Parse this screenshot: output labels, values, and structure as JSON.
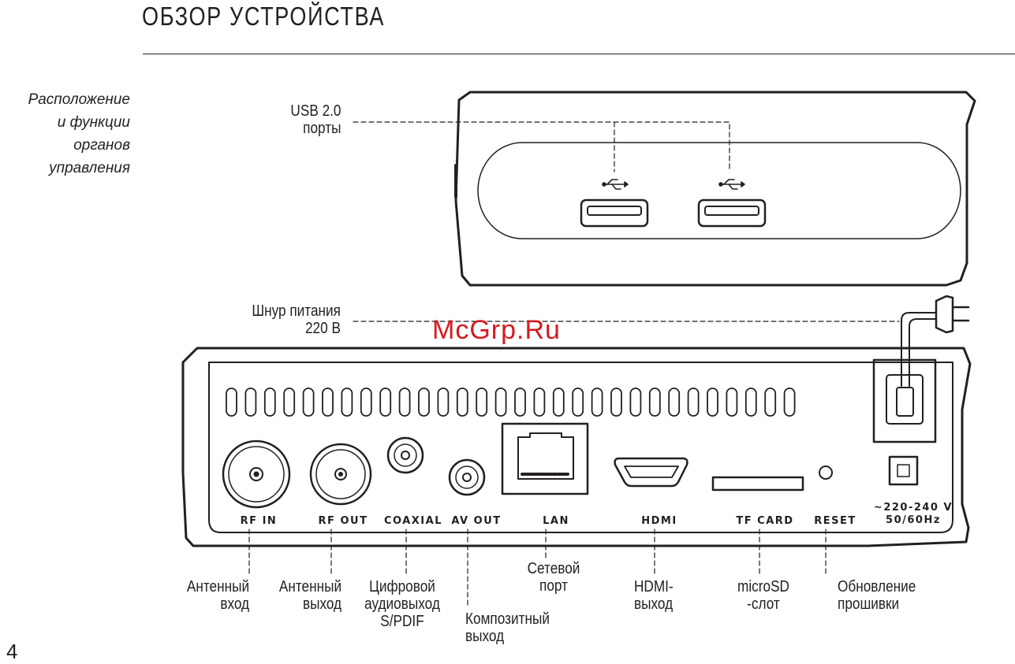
{
  "page": {
    "title": "ОБЗОР УСТРОЙСТВА",
    "section_caption": "Расположение и функции органов управления",
    "section_caption_lines": [
      "Расположение",
      "и функции",
      "органов",
      "управления"
    ],
    "page_number": "4",
    "watermark": "McGrp.Ru"
  },
  "front_panel": {
    "usb_caption_lines": [
      "USB 2.0",
      "порты"
    ],
    "usb_port_count": 2,
    "usb_icon": "usb-icon"
  },
  "power": {
    "caption_lines": [
      "Шнур питания",
      "220 В"
    ],
    "icon": "power-plug-icon"
  },
  "rear_panel": {
    "port_labels": [
      "RF IN",
      "RF OUT",
      "COAXIAL",
      "AV OUT",
      "LAN",
      "HDMI",
      "TF CARD",
      "RESET"
    ],
    "power_label_lines": [
      "~220-240 V",
      "50/60Hz"
    ],
    "vent_slot_count": 30
  },
  "callouts": [
    {
      "id": "rf-in",
      "lines": [
        "Антенный",
        "вход"
      ]
    },
    {
      "id": "rf-out",
      "lines": [
        "Антенный",
        "выход"
      ]
    },
    {
      "id": "coaxial",
      "lines": [
        "Цифровой",
        "аудиовыход",
        "S/PDIF"
      ]
    },
    {
      "id": "av-out",
      "lines": [
        "Композитный",
        "выход"
      ]
    },
    {
      "id": "lan",
      "lines": [
        "Сетевой",
        "порт"
      ]
    },
    {
      "id": "hdmi",
      "lines": [
        "HDMI-",
        "выход"
      ]
    },
    {
      "id": "tf-card",
      "lines": [
        "microSD",
        "-слот"
      ]
    },
    {
      "id": "reset",
      "lines": [
        "Обновление",
        "прошивки"
      ]
    }
  ],
  "colors": {
    "ink": "#231f20",
    "watermark": "#d61a1f"
  }
}
